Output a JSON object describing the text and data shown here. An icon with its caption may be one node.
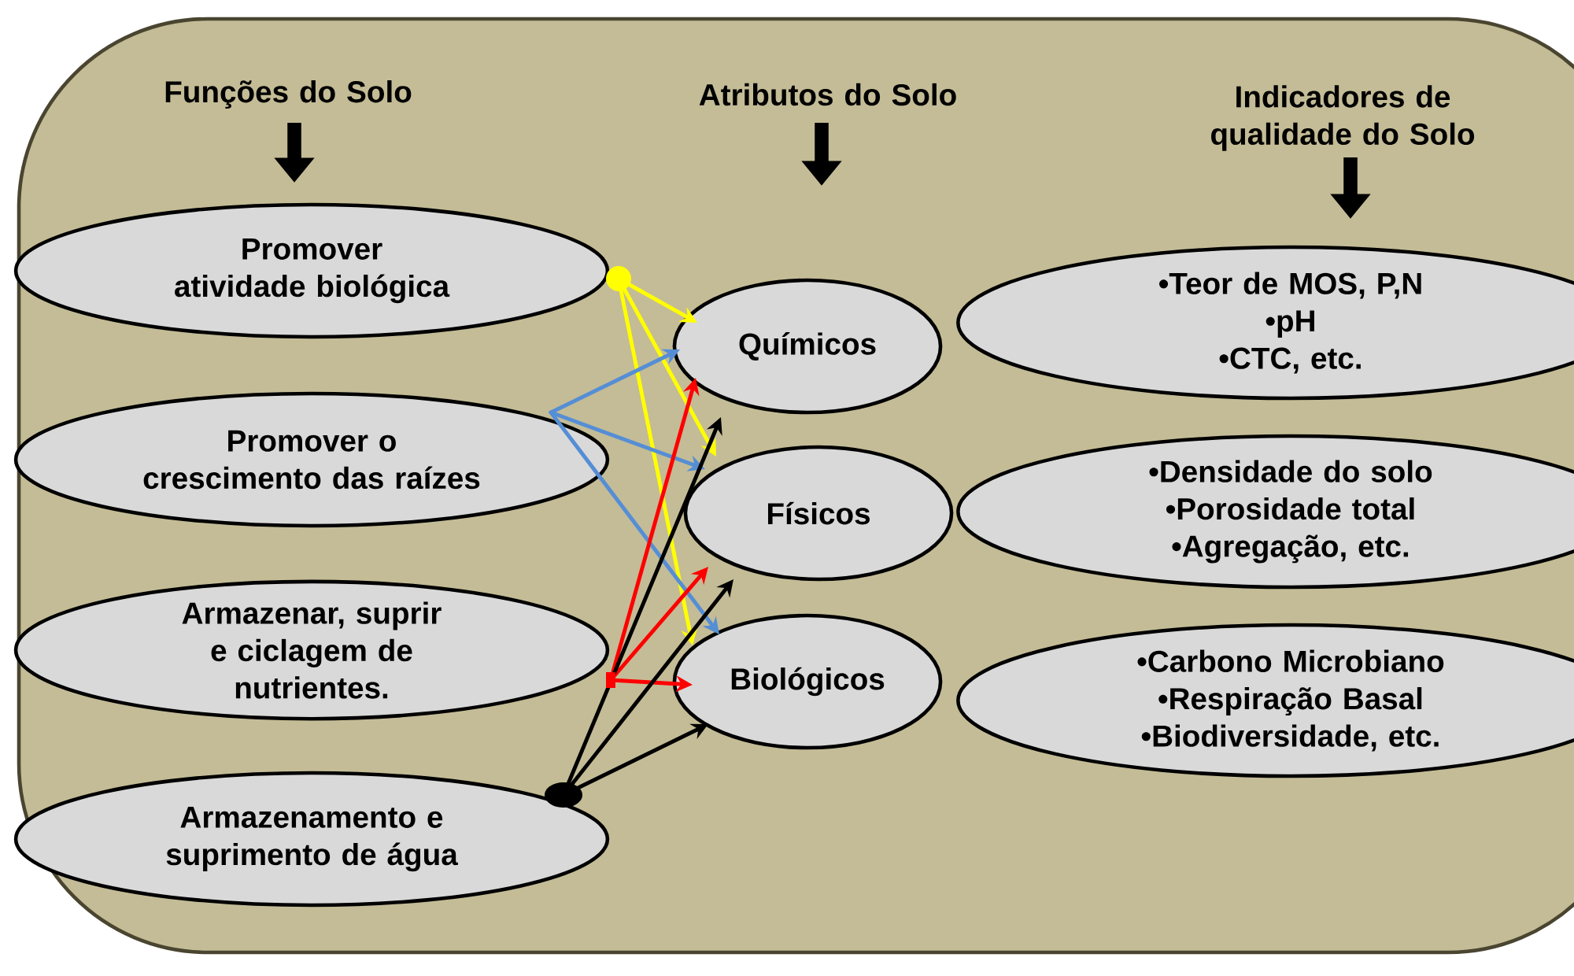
{
  "diagram": {
    "nodes": [
      {
        "text": [
          "Funções do Solo"
        ]
      },
      {
        "text": [
          "Atributos do Solo"
        ]
      },
      {
        "text": [
          "Indicadores de qualidade do Solo"
        ]
      },
      {
        "text": [
          "Promover atividade biológica"
        ]
      },
      {
        "text": [
          "Promover o crescimento das raízes"
        ]
      },
      {
        "text": [
          "Armazenar, suprir e ciclagem de nutrientes."
        ]
      },
      {
        "text": [
          "Armazenamento e suprimento de água"
        ]
      },
      {
        "text": [
          "Químicos"
        ]
      },
      {
        "text": [
          "Físicos"
        ]
      },
      {
        "text": [
          "Biológicos"
        ]
      },
      {
        "text": [
          "•Teor de MOS, P,N",
          "•pH",
          "•CTC, etc."
        ]
      },
      {
        "text": [
          "•Densidade do solo",
          "•Porosidade total",
          "•Agregação, etc."
        ]
      },
      {
        "text": [
          "•Carbono Microbiano",
          "•Respiração Basal",
          "•Biodiversidade, etc."
        ]
      }
    ],
    "edges": [
      {
        "from": 3,
        "to": 7,
        "arrow": "to",
        "color": "#ffff00"
      },
      {
        "from": 3,
        "to": 8,
        "arrow": "to",
        "color": "#ffff00"
      },
      {
        "from": 3,
        "to": 9,
        "arrow": "to",
        "color": "#ffff00"
      },
      {
        "from": 4,
        "to": 7,
        "arrow": "to",
        "color": "#558ed5"
      },
      {
        "from": 4,
        "to": 8,
        "arrow": "to",
        "color": "#558ed5"
      },
      {
        "from": 4,
        "to": 9,
        "arrow": "to",
        "color": "#558ed5"
      },
      {
        "from": 5,
        "to": 7,
        "arrow": "to",
        "color": "#ff0000"
      },
      {
        "from": 5,
        "to": 8,
        "arrow": "to",
        "color": "#ff0000"
      },
      {
        "from": 5,
        "to": 9,
        "arrow": "to",
        "color": "#ff0000"
      },
      {
        "from": 6,
        "to": 7,
        "arrow": "to",
        "color": "#000000"
      },
      {
        "from": 6,
        "to": 8,
        "arrow": "to",
        "color": "#000000"
      },
      {
        "from": 6,
        "to": 9,
        "arrow": "to",
        "color": "#000000"
      }
    ]
  }
}
